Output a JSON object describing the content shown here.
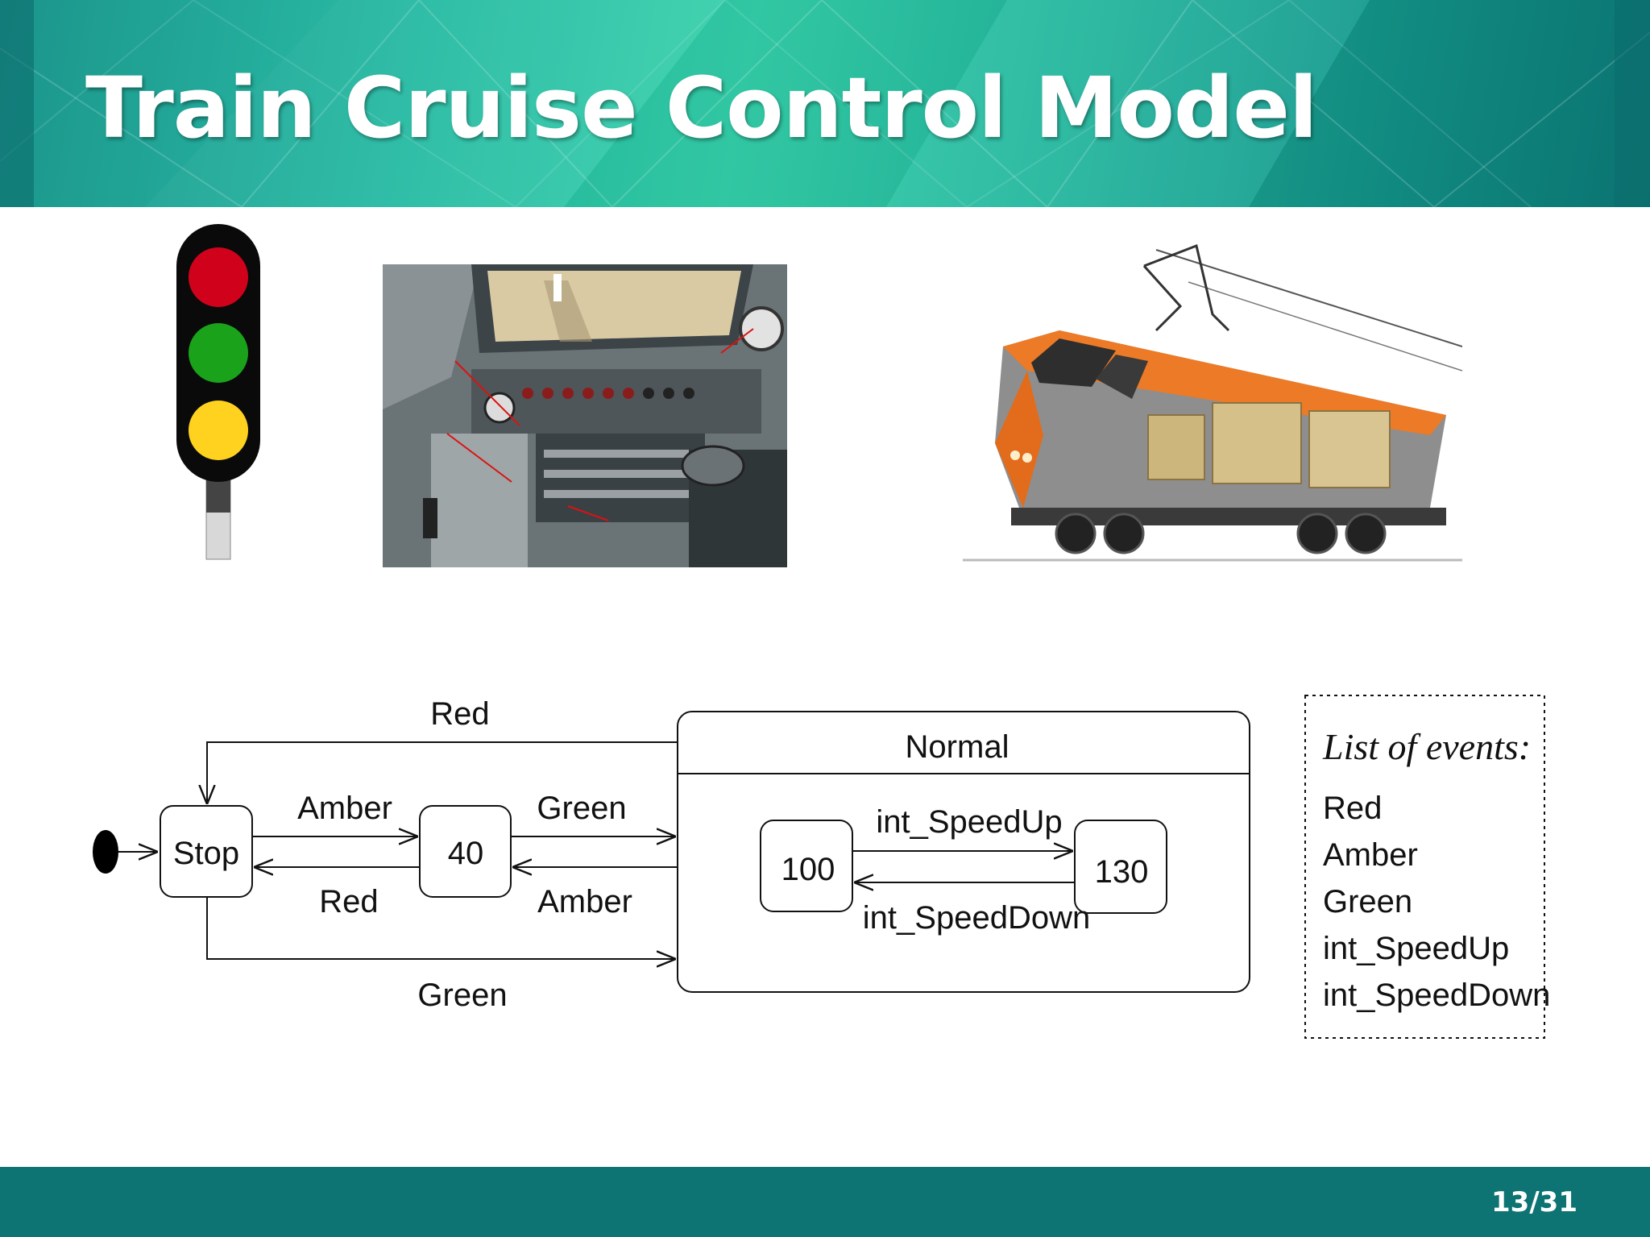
{
  "slide": {
    "title": "Train Cruise Control Model",
    "page_number": "13/31"
  },
  "images": {
    "traffic_light": {
      "lights": [
        "#d0021b",
        "#1aa31a",
        "#ffd21f"
      ]
    },
    "cab": {
      "description_icon": "train-cab-photo"
    },
    "locomotive": {
      "description_icon": "locomotive-cutaway"
    }
  },
  "statechart": {
    "states": {
      "stop": "Stop",
      "s40": "40",
      "normal": "Normal",
      "s100": "100",
      "s130": "130"
    },
    "transitions": {
      "stop_to_40": "Amber",
      "s40_to_stop": "Red",
      "s40_to_normal": "Green",
      "normal_to_40": "Amber",
      "normal_to_stop": "Red",
      "stop_to_normal": "Green",
      "s100_to_130": "int_SpeedUp",
      "s130_to_100": "int_SpeedDown"
    },
    "events_box": {
      "title": "List of events:",
      "items": [
        "Red",
        "Amber",
        "Green",
        "int_SpeedUp",
        "int_SpeedDown"
      ]
    }
  }
}
